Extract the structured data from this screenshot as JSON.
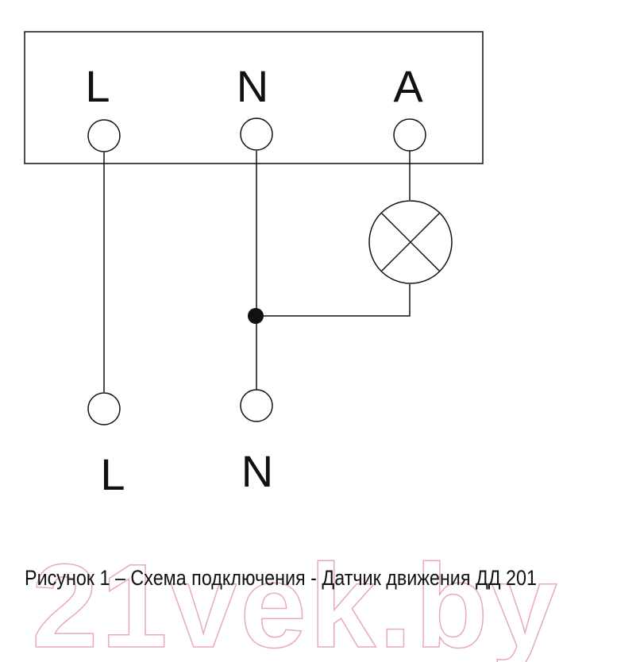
{
  "device": {
    "terminals": [
      "L",
      "N",
      "A"
    ]
  },
  "supply": {
    "terminals": [
      "L",
      "N"
    ]
  },
  "caption": "Рисунок 1 – Схема подключения - Датчик движения  ДД 201",
  "watermark": "21vek.by",
  "colors": {
    "line": "#111111",
    "watermark": "#e8a7c2"
  }
}
